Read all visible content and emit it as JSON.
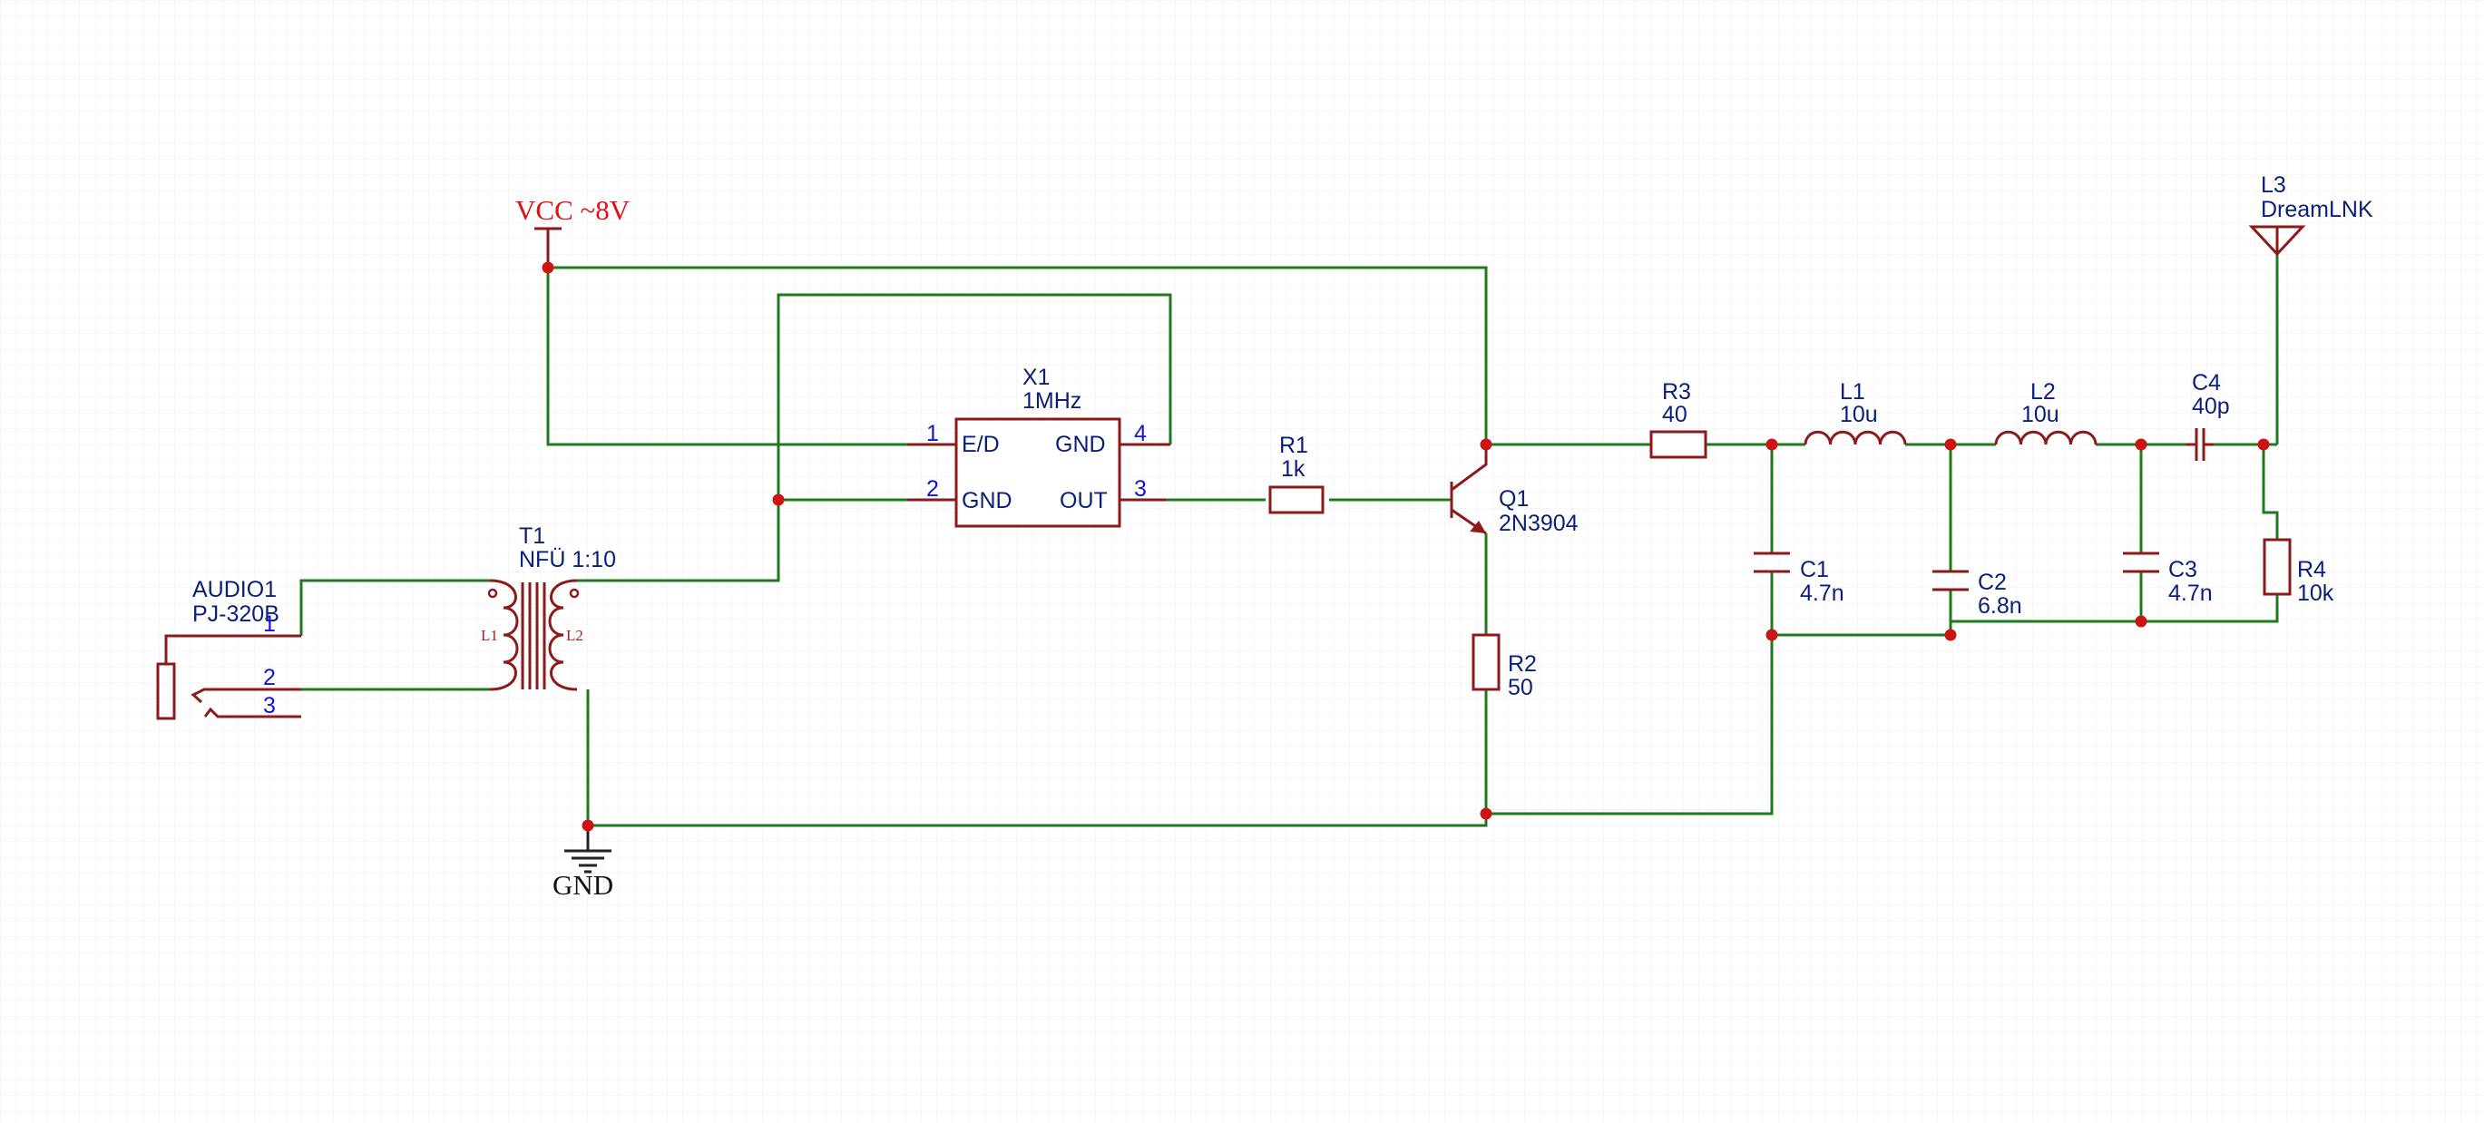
{
  "colors": {
    "background": "#ffffff",
    "grid": "#ececec",
    "wire": "#1f7a1f",
    "part": "#8b1a1a",
    "label": "#0b1f7a",
    "pin": "#1414d8",
    "junction": "#cc1414",
    "power_label": "#e01010"
  },
  "power": {
    "vcc_label": "VCC ~8V",
    "gnd_label": "GND"
  },
  "components": {
    "audio1": {
      "ref": "AUDIO1",
      "value": "PJ-320B",
      "pins": [
        "1",
        "2",
        "3"
      ]
    },
    "t1": {
      "ref": "T1",
      "value": "NFÜ 1:10",
      "coil1": "L1",
      "coil2": "L2"
    },
    "x1": {
      "ref": "X1",
      "value": "1MHz",
      "pin1_num": "1",
      "pin1_name": "E/D",
      "pin2_num": "2",
      "pin2_name": "GND",
      "pin3_num": "3",
      "pin3_name": "OUT",
      "pin4_num": "4",
      "pin4_name": "GND"
    },
    "r1": {
      "ref": "R1",
      "value": "1k"
    },
    "q1": {
      "ref": "Q1",
      "value": "2N3904"
    },
    "r2": {
      "ref": "R2",
      "value": "50"
    },
    "r3": {
      "ref": "R3",
      "value": "40"
    },
    "l1": {
      "ref": "L1",
      "value": "10u"
    },
    "l2": {
      "ref": "L2",
      "value": "10u"
    },
    "c1": {
      "ref": "C1",
      "value": "4.7n"
    },
    "c2": {
      "ref": "C2",
      "value": "6.8n"
    },
    "c3": {
      "ref": "C3",
      "value": "4.7n"
    },
    "c4": {
      "ref": "C4",
      "value": "40p"
    },
    "r4": {
      "ref": "R4",
      "value": "10k"
    },
    "l3": {
      "ref": "L3",
      "value": "DreamLNK"
    }
  }
}
